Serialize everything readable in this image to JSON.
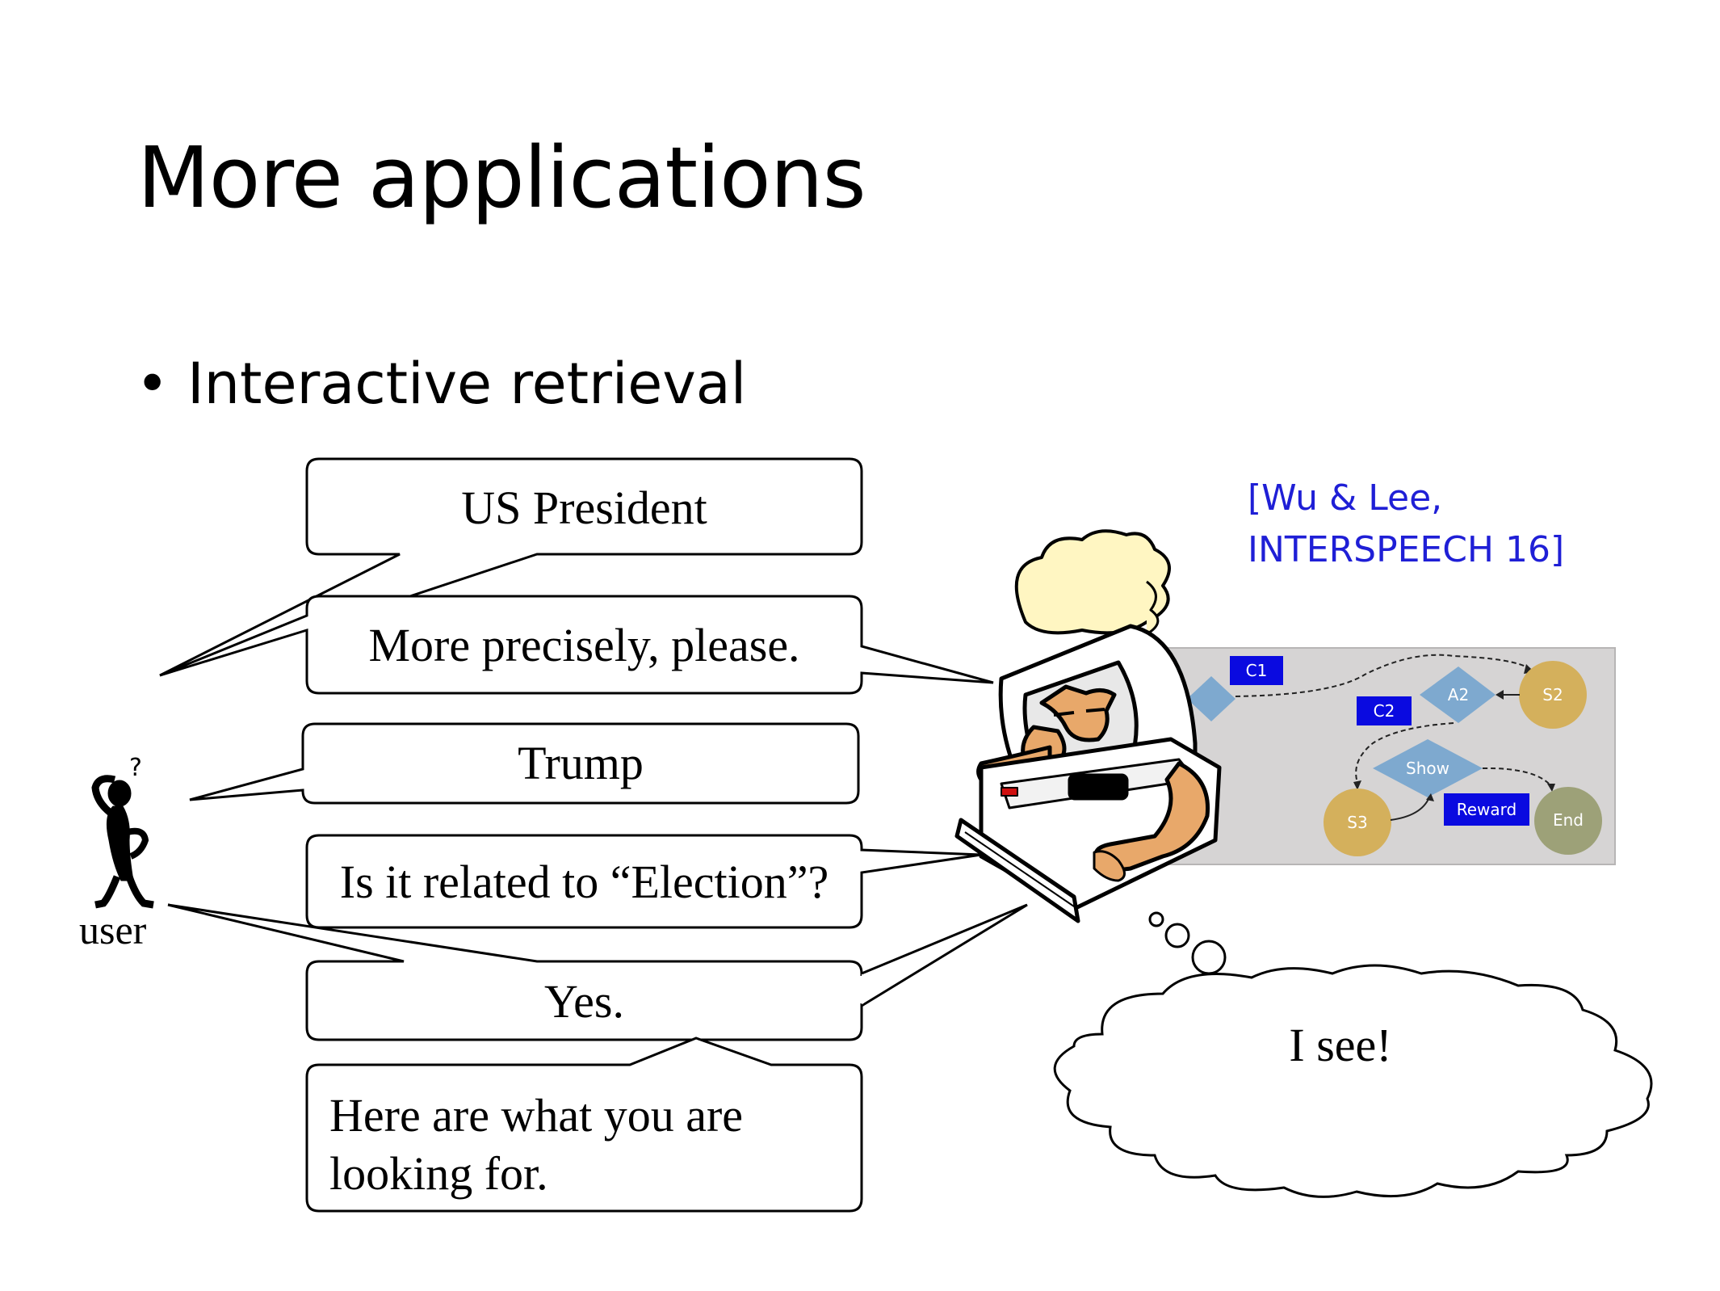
{
  "slide": {
    "title": "More applications",
    "bullet_glyph": "•",
    "bullet": "Interactive retrieval"
  },
  "citation": {
    "line1": "[Wu & Lee,",
    "line2": "INTERSPEECH 16]",
    "color": "#1f1fd6"
  },
  "dialog": [
    {
      "speaker": "user",
      "text": "US President"
    },
    {
      "speaker": "machine",
      "text": "More precisely, please."
    },
    {
      "speaker": "user",
      "text": "Trump"
    },
    {
      "speaker": "machine",
      "text": "Is it related to “Election”?"
    },
    {
      "speaker": "user",
      "text": "Yes."
    },
    {
      "speaker": "machine",
      "lines": [
        "Here are what you are",
        "looking for."
      ]
    }
  ],
  "user_label": "user",
  "user_question_mark": "?",
  "thought_bubble": "I see!",
  "flowchart": {
    "labels": {
      "c1": "C1",
      "c2": "C2",
      "a2": "A2",
      "s2": "S2",
      "show": "Show",
      "reward": "Reward",
      "s3": "S3",
      "end": "End"
    },
    "colors": {
      "panel": "#d6d4d4",
      "diamond": "#7ea9cf",
      "box": "#0a0ae0",
      "state": "#d4b05c",
      "end": "#9da178"
    }
  }
}
